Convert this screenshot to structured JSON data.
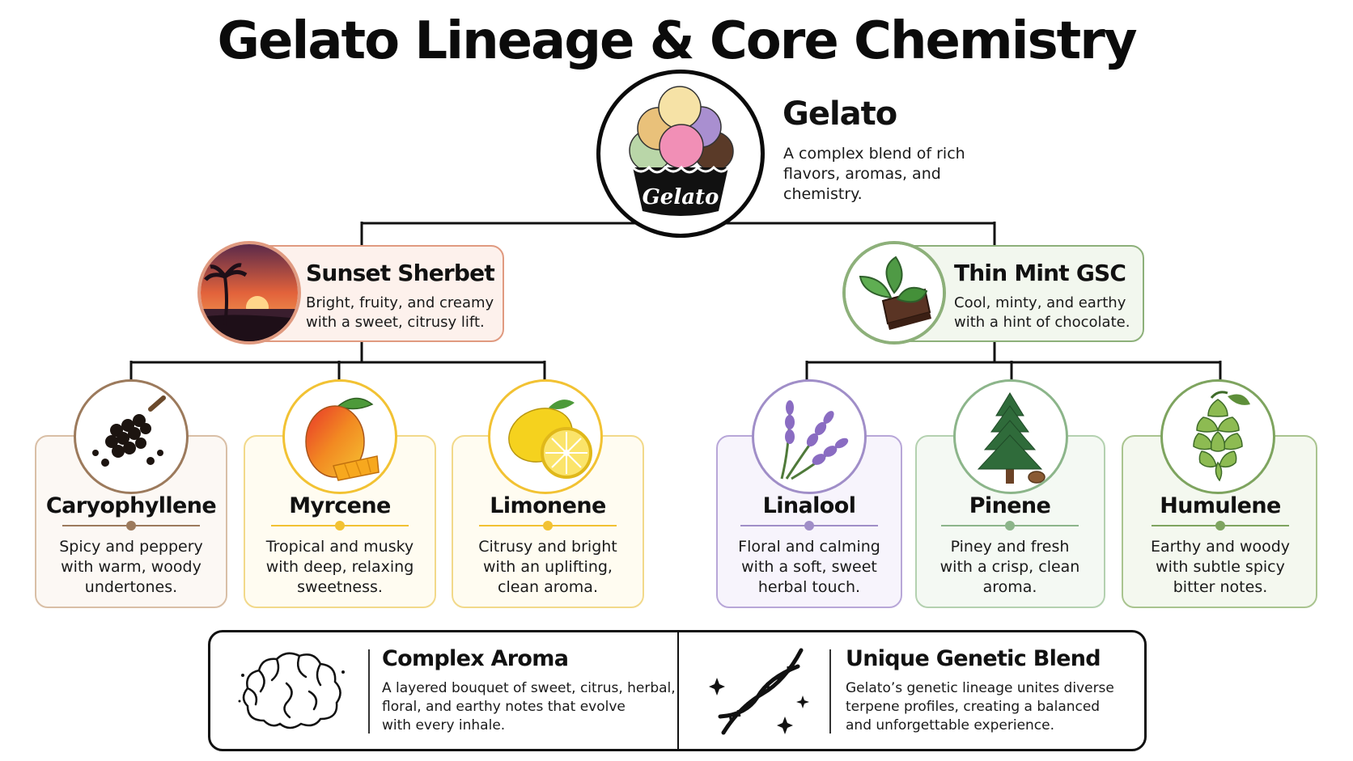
{
  "title": "Gelato Lineage & Core Chemistry",
  "colors": {
    "lines": "#111111",
    "sunset_border": "#e09a80",
    "sunset_fill": "#fdf1ec",
    "mint_border": "#8db07a",
    "mint_fill": "#f2f7ee",
    "caryophyllene": "#9c7a5c",
    "myrcene": "#f2c233",
    "limonene": "#f2c233",
    "linalool": "#a08ec8",
    "pinene": "#8cb58a",
    "humulene": "#7ea45f"
  },
  "root": {
    "name": "Gelato",
    "badge": "Gelato",
    "description": "A complex blend of rich flavors, aromas, and chemistry."
  },
  "parents": [
    {
      "name": "Sunset Sherbet",
      "description_line1": "Bright, fruity, and creamy",
      "description_line2": "with a sweet, citrusy lift.",
      "icon": "sunset-palm-icon"
    },
    {
      "name": "Thin Mint GSC",
      "description_line1": "Cool, minty, and earthy",
      "description_line2": "with a hint of chocolate.",
      "icon": "mint-chocolate-icon"
    }
  ],
  "terpenes": [
    {
      "name": "Caryophyllene",
      "lines": [
        "Spicy and peppery",
        "with warm, woody",
        "undertones."
      ],
      "icon": "peppercorn-icon"
    },
    {
      "name": "Myrcene",
      "lines": [
        "Tropical and musky",
        "with deep, relaxing",
        "sweetness."
      ],
      "icon": "mango-icon"
    },
    {
      "name": "Limonene",
      "lines": [
        "Citrusy and bright",
        "with an uplifting,",
        "clean aroma."
      ],
      "icon": "lemon-icon"
    },
    {
      "name": "Linalool",
      "lines": [
        "Floral and calming",
        "with a soft, sweet",
        "herbal touch."
      ],
      "icon": "lavender-icon"
    },
    {
      "name": "Pinene",
      "lines": [
        "Piney and fresh",
        "with a crisp, clean",
        "aroma."
      ],
      "icon": "pine-tree-icon"
    },
    {
      "name": "Humulene",
      "lines": [
        "Earthy and woody",
        "with subtle spicy",
        "bitter notes."
      ],
      "icon": "hop-cone-icon"
    }
  ],
  "features": [
    {
      "title": "Complex Aroma",
      "lines": [
        "A layered bouquet of sweet, citrus, herbal,",
        "floral, and earthy notes that evolve",
        "with every inhale."
      ],
      "icon": "brain-cloud-icon"
    },
    {
      "title": "Unique Genetic Blend",
      "lines": [
        "Gelato’s genetic lineage unites diverse",
        "terpene profiles, creating a balanced",
        "and unforgettable experience."
      ],
      "icon": "dna-icon"
    }
  ]
}
